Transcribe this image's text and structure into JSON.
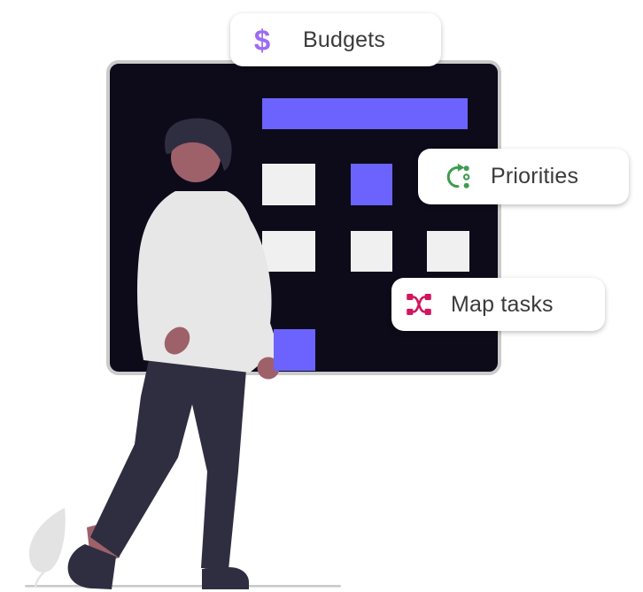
{
  "alt": "Illustration of a person walking in front of a dark task board with colored tiles",
  "colors": {
    "background": "#ffffff",
    "board_fill": "#0d0b1a",
    "board_border": "#cbcbcb",
    "accent_purple": "#6c63ff",
    "square_gray": "#f0f0f0",
    "dollar_purple": "#9d6bf3",
    "priorities_green": "#3e9c50",
    "map_pink": "#d4155e",
    "label_text": "#3b3b3b",
    "figure_dark": "#2f2e41",
    "figure_skin": "#9e616a",
    "figure_shirt": "#e7e7e7",
    "leaf_gray": "#e3e3e3",
    "ground_line": "#c9c9c9",
    "card_bg": "#ffffff"
  },
  "cards": [
    {
      "id": "budgets",
      "label": "Budgets",
      "icon": "dollar-icon",
      "glyph": "$"
    },
    {
      "id": "priorities",
      "label": "Priorities",
      "icon": "priorities-cycle-icon"
    },
    {
      "id": "map-tasks",
      "label": "Map tasks",
      "icon": "map-tasks-shuffle-icon"
    }
  ],
  "board": {
    "bar_color": "#6c63ff",
    "squares": [
      {
        "row": 1,
        "col": 1,
        "color": "#f0f0f0"
      },
      {
        "row": 1,
        "col": 2,
        "color": "#6c63ff"
      },
      {
        "row": 2,
        "col": 1,
        "color": "#f0f0f0"
      },
      {
        "row": 2,
        "col": 2,
        "color": "#f0f0f0"
      },
      {
        "row": 2,
        "col": 3,
        "color": "#f0f0f0"
      },
      {
        "row": 3,
        "col": 1,
        "color": "#6c63ff"
      }
    ]
  }
}
